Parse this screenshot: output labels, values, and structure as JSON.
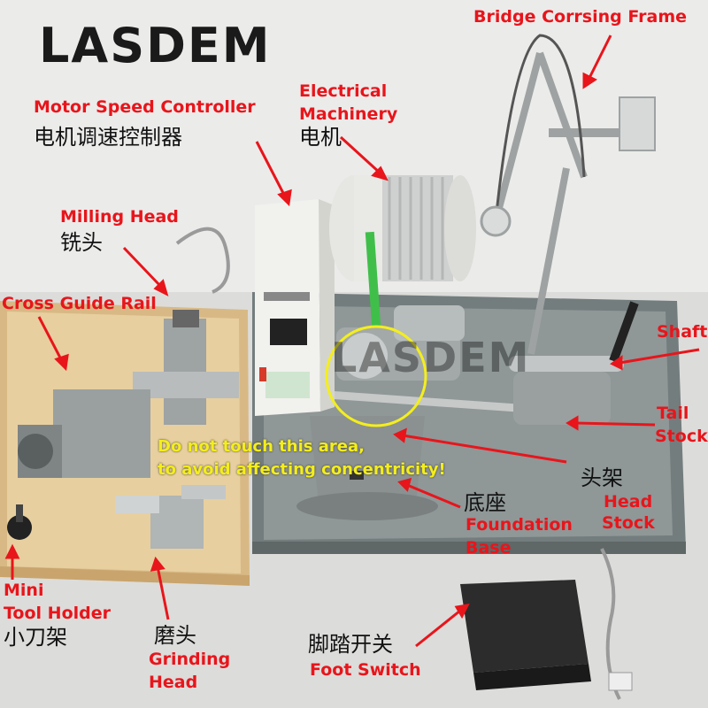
{
  "brand": "LASDEM",
  "watermark": "LASDEM",
  "labels": {
    "bridge": "Bridge Corrsing Frame",
    "electrical_1": "Electrical",
    "electrical_2": "Machinery",
    "electrical_cn": "电机",
    "motor_speed": "Motor Speed Controller",
    "motor_speed_cn": "电机调速控制器",
    "milling": "Milling Head",
    "milling_cn": "铣头",
    "cross_guide": "Cross Guide Rail",
    "shaft": "Shaft",
    "tail_1": "Tail",
    "tail_2": "Stock",
    "head_cn": "头架",
    "head_1": "Head",
    "head_2": "Stock",
    "base_cn": "底座",
    "base_1": "Foundation",
    "base_2": "Base",
    "mini_1": "Mini",
    "mini_2": "Tool Holder",
    "mini_cn": "小刀架",
    "grind_cn": "磨头",
    "grind_1": "Grinding",
    "grind_2": "Head",
    "foot_cn": "脚踏开关",
    "foot": "Foot Switch"
  },
  "warning": {
    "line1": "Do not touch this area,",
    "line2": "to avoid affecting concentricity!"
  },
  "colors": {
    "label_red": "#e8151b",
    "warning_yellow": "#f4ee1c",
    "tray_gray": "#7d8585",
    "wood": "#e2c79a"
  }
}
